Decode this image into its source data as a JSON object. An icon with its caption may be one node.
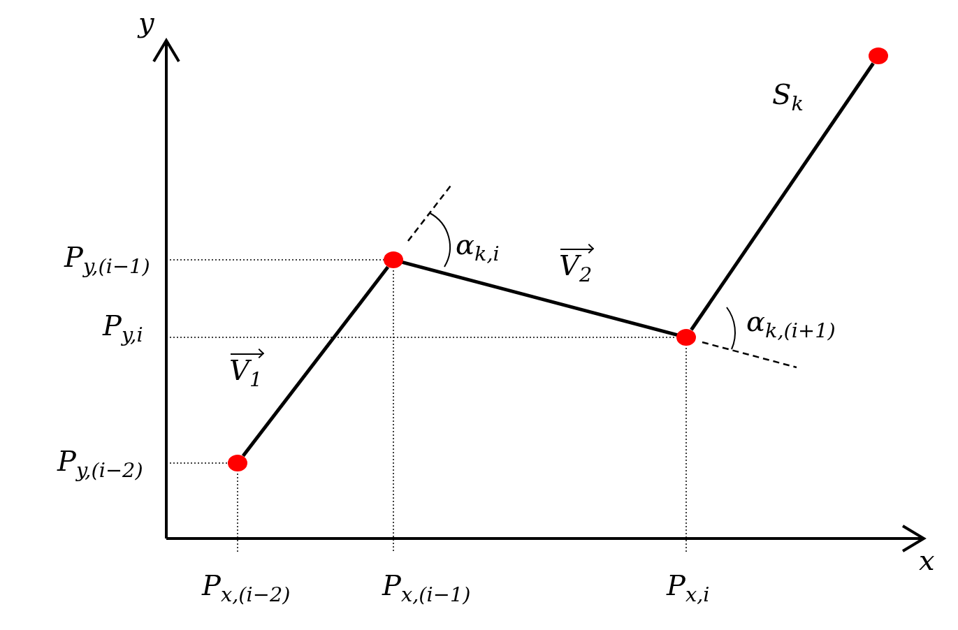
{
  "diagram": {
    "nodes": [
      {
        "text": [],
        "shape": "circle"
      },
      {
        "text": [],
        "shape": "circle"
      },
      {
        "text": [],
        "shape": "circle"
      },
      {
        "text": [],
        "shape": "circle"
      }
    ],
    "edges": [
      {
        "from": 0,
        "to": 1,
        "arrow": "none",
        "label": "V⃗$_{1}$"
      },
      {
        "from": 1,
        "to": 2,
        "arrow": "none",
        "label": "V⃗$_{2}$"
      },
      {
        "from": 2,
        "to": 3,
        "arrow": "none",
        "label": "S$_{k}$"
      }
    ],
    "labels": [
      "y",
      "P$_{y,(i−1)}$",
      "α$_{k,i}$",
      "P$_{y,i}$",
      "α$_{k,(i+1)}$",
      "P$_{y,(i−2)}$",
      "x",
      "P$_{x,(i−2)}$",
      "P$_{x,(i−1)}$",
      "P$_{x,i}$"
    ]
  }
}
